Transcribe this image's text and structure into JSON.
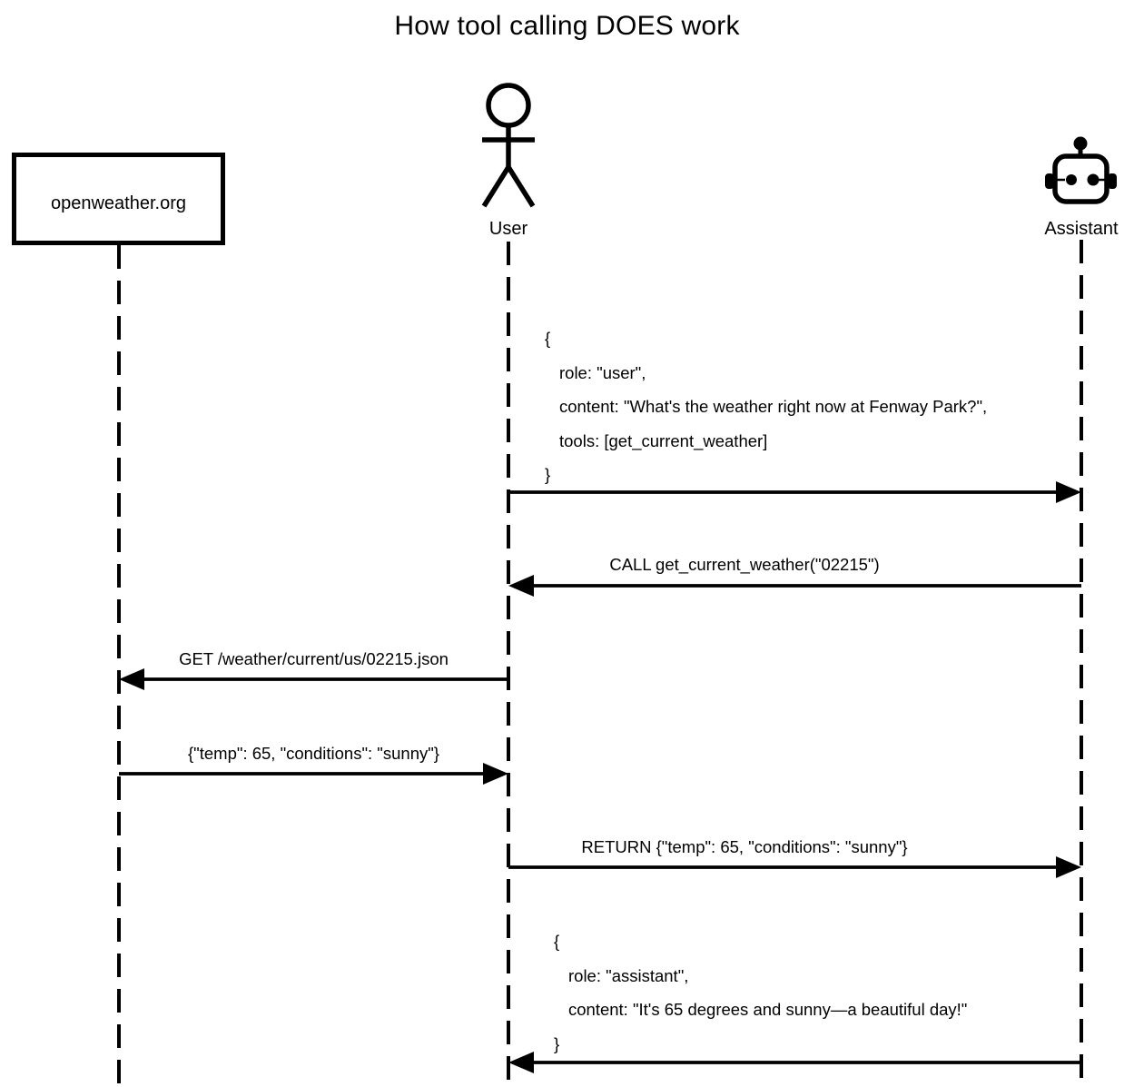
{
  "diagram": {
    "title": "How tool calling DOES work",
    "colors": {
      "ink": "#000000",
      "background": "#ffffff"
    },
    "participants": [
      {
        "id": "openweather",
        "label": "openweather.org",
        "shape": "rectangle"
      },
      {
        "id": "user",
        "label": "User",
        "shape": "stick-figure"
      },
      {
        "id": "assistant",
        "label": "Assistant",
        "shape": "robot"
      }
    ],
    "messages": [
      {
        "from": "User",
        "to": "Assistant",
        "lines": [
          "{",
          "role: \"user\",",
          "content: \"What's the weather right now at Fenway Park?\",",
          "tools: [get_current_weather]",
          "}"
        ]
      },
      {
        "from": "Assistant",
        "to": "User",
        "label": "CALL get_current_weather(\"02215\")"
      },
      {
        "from": "User",
        "to": "openweather.org",
        "label": "GET /weather/current/us/02215.json"
      },
      {
        "from": "openweather.org",
        "to": "User",
        "label": "{\"temp\": 65, \"conditions\": \"sunny\"}"
      },
      {
        "from": "User",
        "to": "Assistant",
        "label": "RETURN {\"temp\": 65, \"conditions\": \"sunny\"}"
      },
      {
        "from": "Assistant",
        "to": "User",
        "lines": [
          "{",
          "role: \"assistant\",",
          "content: \"It's 65 degrees and sunny—a beautiful day!\"",
          "}"
        ]
      }
    ]
  }
}
